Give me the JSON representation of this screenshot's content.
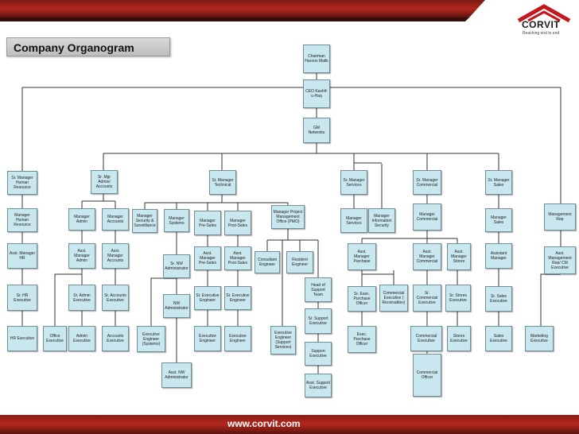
{
  "header": {
    "title": "Company Organogram",
    "logo_name": "CORVIT",
    "logo_tagline": "Reaching end to end"
  },
  "footer": {
    "url": "www.corvit.com"
  },
  "colors": {
    "node_fill": "#c9e7ee",
    "node_border": "#6f8e96",
    "bar_dark": "#5a1410",
    "bar_red": "#b22222",
    "accent": "#c4161c"
  },
  "org": {
    "n_chairman": "Chairman Haroon Malik",
    "n_ceo": "CEO Kashif-u-Haq",
    "n_gm": "GM Networks",
    "n_sm_hr": "Sr. Manager Human Resource",
    "n_mgr_admin_accounts": "Sr. Mgr Admin/ Accounts",
    "n_sm_technical": "Sr. Manager Technical",
    "n_sm_services": "Sr. Manager Services",
    "n_sm_commercial": "Sr. Manager Commercial",
    "n_sm_sales": "Sr. Manager Sales",
    "n_mgr_hr": "Manager Human Resource",
    "n_mgr_admin": "Manager Admin",
    "n_mgr_accounts": "Manager Accounts",
    "n_mgr_security": "Manager Security & Surveillance",
    "n_mgr_systems": "Manager Systems",
    "n_mgr_presales": "Manager Pre-Sales",
    "n_mgr_postsales": "Manager Post-Sales",
    "n_mgr_pmo": "Manager Project Management Office (PMO)",
    "n_mgr_services": "Manager Services",
    "n_mgr_infosec": "Manager Information Security",
    "n_mgr_commercial": "Manager Commercial",
    "n_mgr_sales": "Manager Sales",
    "n_mgmt_rep": "Management Rep",
    "n_asst_hr": "Asst. Manager HR",
    "n_asst_admin": "Asst. Manager Admin",
    "n_asst_accounts": "Asst. Manager Accounts",
    "n_sr_nw_admin": "Sr. NW Administrator",
    "n_asst_presales": "Asst. Manager Pre-Sales",
    "n_asst_postsales": "Asst. Manager Post-Sales",
    "n_consultant": "Consultant Engineer",
    "n_resident": "Resident Engineer",
    "n_asst_purchase": "Asst. Manager Purchase",
    "n_asst_commercial": "Asst. Manager Commercial",
    "n_asst_stores": "Asst. Manager Stores",
    "n_asst_manager": "Assistant Manager",
    "n_asst_mgmt_rep": "Asst. Management Rep/ CM Executive",
    "n_sr_hr_exec": "Sr. HR Executive",
    "n_sr_admin_exec": "Sr. Admin Executive",
    "n_sr_accounts_exec": "Sr. Accounts Executive",
    "n_nw_admin": "NW Administrator",
    "n_sr_exec_eng_pre": "Sr. Executive Engineer",
    "n_sr_exec_eng_post": "Sr. Executive Engineer",
    "n_head_support": "Head of Support Team",
    "n_sr_exec_purchase": "Sr. Exec. Purchase Officer",
    "n_commercial_exec_recv": "Commercial Executive ( Receivables)",
    "n_sr_commercial_exec": "Sr. Commercial Executive",
    "n_sr_stores_exec": "Sr. Stores Executive",
    "n_sr_sales_exec": "Sr. Sales Executive",
    "n_hr_exec": "HR Executive",
    "n_office_exec": "Office Executive",
    "n_admin_exec": "Admin Executive",
    "n_accounts_exec": "Accounts Executive",
    "n_exec_eng_systems": "Executive Engineer (Systems)",
    "n_exec_eng_pre": "Executive Engineer",
    "n_exec_eng_post": "Executive Engineer",
    "n_exec_eng_support": "Executive Engineer (Support Services)",
    "n_sr_support_exec": "Sr. Support Executive",
    "n_exec_purchase": "Exec. Purchase Officer",
    "n_commercial_exec": "Commercial Executive",
    "n_stores_exec": "Stores Executive",
    "n_sales_exec": "Sales Executive",
    "n_marketing_exec": "Marketing Executive",
    "n_asst_nw_admin": "Asst. NW Administrator",
    "n_support_exec": "Support Executive",
    "n_asst_support_exec": "Asst. Support Executive",
    "n_commercial_officer": "Commercial Officer"
  }
}
